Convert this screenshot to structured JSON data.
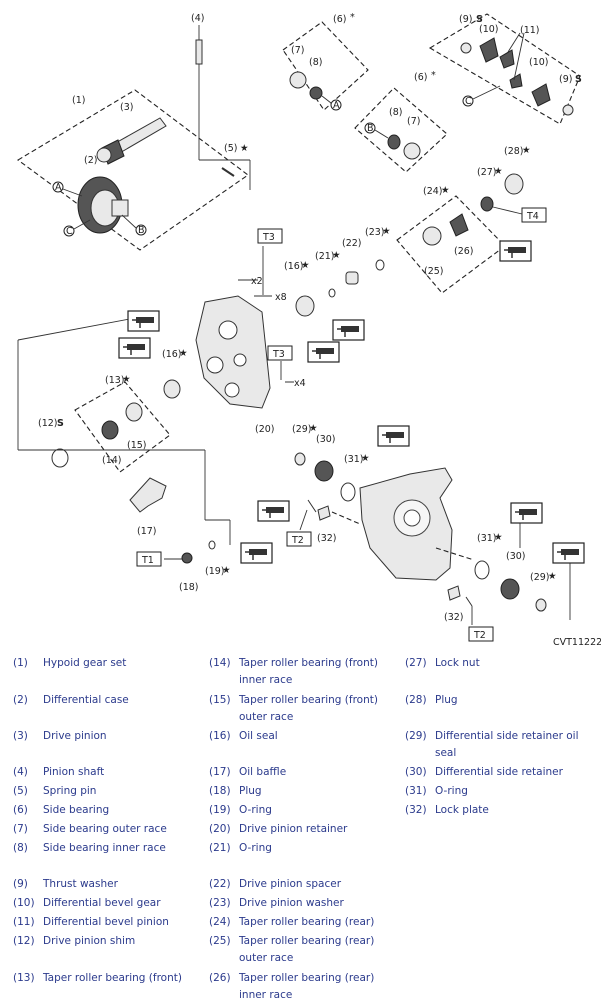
{
  "figure_code": "CVT11222",
  "callouts": {
    "c1": "(1)",
    "c2": "(2)",
    "c3": "(3)",
    "c4": "(4)",
    "c5": "(5)",
    "c6a": "(6)",
    "c6b": "(6)",
    "c7a": "(7)",
    "c7b": "(7)",
    "c8a": "(8)",
    "c8b": "(8)",
    "c9a": "(9)",
    "c9b": "(9)",
    "c10a": "(10)",
    "c10b": "(10)",
    "c11": "(11)",
    "c12": "(12)",
    "c13": "(13)",
    "c14": "(14)",
    "c15": "(15)",
    "c16a": "(16)",
    "c16b": "(16)",
    "c17": "(17)",
    "c18": "(18)",
    "c19": "(19)",
    "c20": "(20)",
    "c21": "(21)",
    "c22": "(22)",
    "c23": "(23)",
    "c24": "(24)",
    "c25": "(25)",
    "c26": "(26)",
    "c27": "(27)",
    "c28": "(28)",
    "c29a": "(29)",
    "c29b": "(29)",
    "c30a": "(30)",
    "c30b": "(30)",
    "c31a": "(31)",
    "c31b": "(31)",
    "c32a": "(32)",
    "c32b": "(32)"
  },
  "torque_labels": {
    "t1": "T1",
    "t2a": "T2",
    "t2b": "T2",
    "t3a": "T3",
    "t3b": "T3",
    "t4": "T4"
  },
  "markers": {
    "star": "★",
    "asterisk": "*",
    "reuse": "S",
    "x2": "x2",
    "x8": "x8",
    "x4": "x4"
  },
  "ref_letters": {
    "a1": "A",
    "b1": "B",
    "c1": "C",
    "a2": "A",
    "b2": "B",
    "c2": "C"
  },
  "legend": [
    {
      "num": "(1)",
      "text": "Hypoid gear set"
    },
    {
      "num": "(2)",
      "text": "Differential case"
    },
    {
      "num": "(3)",
      "text": "Drive pinion"
    },
    {
      "num": "(4)",
      "text": "Pinion shaft"
    },
    {
      "num": "(5)",
      "text": "Spring pin"
    },
    {
      "num": "(6)",
      "text": "Side bearing"
    },
    {
      "num": "(7)",
      "text": "Side bearing outer race"
    },
    {
      "num": "(8)",
      "text": "Side bearing inner race"
    },
    {
      "num": "(9)",
      "text": "Thrust washer"
    },
    {
      "num": "(10)",
      "text": "Differential bevel gear"
    },
    {
      "num": "(11)",
      "text": "Differential bevel pinion"
    },
    {
      "num": "(12)",
      "text": "Drive pinion shim"
    },
    {
      "num": "(13)",
      "text": "Taper roller bearing (front)"
    },
    {
      "num": "(14)",
      "text": "Taper roller bearing (front) inner race"
    },
    {
      "num": "(15)",
      "text": "Taper roller bearing (front) outer race"
    },
    {
      "num": "(16)",
      "text": "Oil seal"
    },
    {
      "num": "(17)",
      "text": "Oil baffle"
    },
    {
      "num": "(18)",
      "text": "Plug"
    },
    {
      "num": "(19)",
      "text": "O-ring"
    },
    {
      "num": "(20)",
      "text": "Drive pinion retainer"
    },
    {
      "num": "(21)",
      "text": "O-ring"
    },
    {
      "num": "(22)",
      "text": "Drive pinion spacer"
    },
    {
      "num": "(23)",
      "text": "Drive pinion washer"
    },
    {
      "num": "(24)",
      "text": "Taper roller bearing (rear)"
    },
    {
      "num": "(25)",
      "text": "Taper roller bearing (rear) outer race"
    },
    {
      "num": "(26)",
      "text": "Taper roller bearing (rear) inner race"
    },
    {
      "num": "(27)",
      "text": "Lock nut"
    },
    {
      "num": "(28)",
      "text": "Plug"
    },
    {
      "num": "(29)",
      "text": "Differential side retainer oil seal"
    },
    {
      "num": "(30)",
      "text": "Differential side retainer"
    },
    {
      "num": "(31)",
      "text": "O-ring"
    },
    {
      "num": "(32)",
      "text": "Lock plate"
    }
  ],
  "colors": {
    "legend_text": "#2b3a8c",
    "line": "#222222"
  },
  "icons": [
    "grease-gun-icon",
    "reuse-prohibited-icon",
    "replace-star-icon"
  ]
}
